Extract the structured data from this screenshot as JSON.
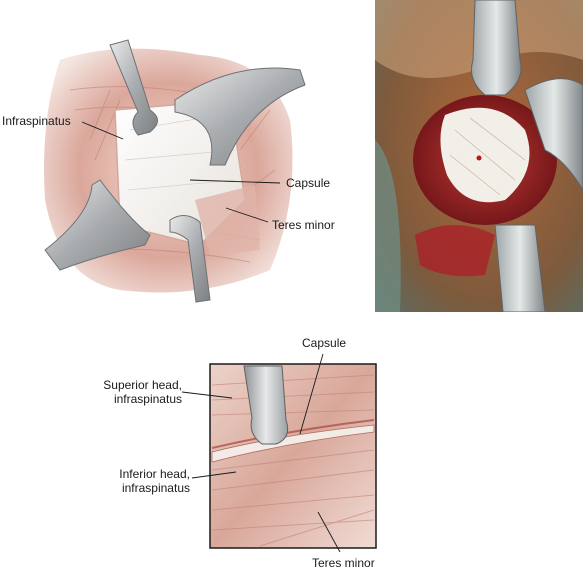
{
  "figure": {
    "panel_a_labels": {
      "infraspinatus": "Infraspinatus",
      "capsule": "Capsule",
      "teres_minor": "Teres minor"
    },
    "panel_c_labels": {
      "capsule": "Capsule",
      "superior_head_line1": "Superior head,",
      "superior_head_line2": "infraspinatus",
      "inferior_head_line1": "Inferior head,",
      "inferior_head_line2": "infraspinatus",
      "teres_minor": "Teres minor"
    },
    "colors": {
      "muscle": "#c98a80",
      "muscle_light": "#e9c7bd",
      "capsule": "#f4efe9",
      "retractor": "#aeb1b3",
      "photo_bg": "#8a5a3a",
      "tissue_red": "#a8252a"
    }
  }
}
